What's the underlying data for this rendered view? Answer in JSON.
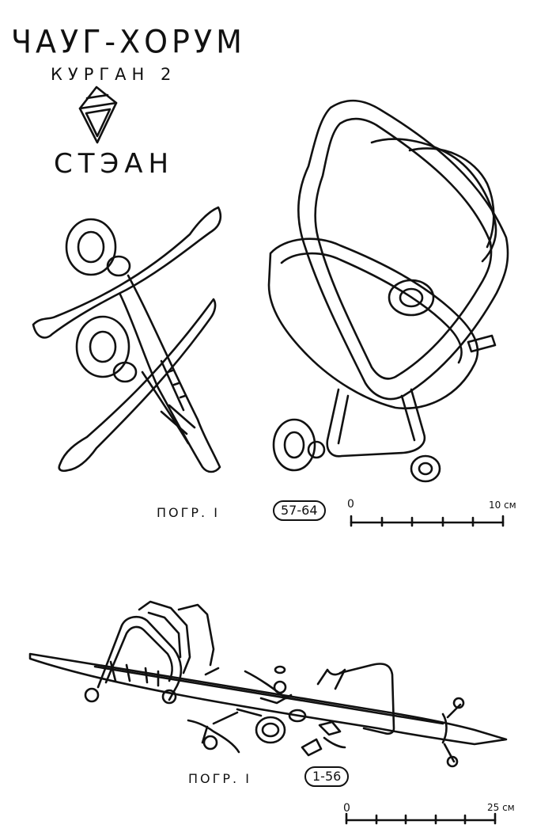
{
  "header": {
    "site_title": "ЧАУГ-ХОРУМ",
    "kurgan_label": "КУРГАН 2",
    "culture_label": "СТЭАН"
  },
  "upper_group": {
    "burial_label": "ПОГР. I",
    "catalog_numbers": "57-64",
    "scale": {
      "start_label": "0",
      "end_label": "10 см"
    }
  },
  "lower_group": {
    "burial_label": "ПОГР. I",
    "catalog_numbers": "1-56",
    "scale": {
      "start_label": "0",
      "end_label": "25 см"
    }
  }
}
